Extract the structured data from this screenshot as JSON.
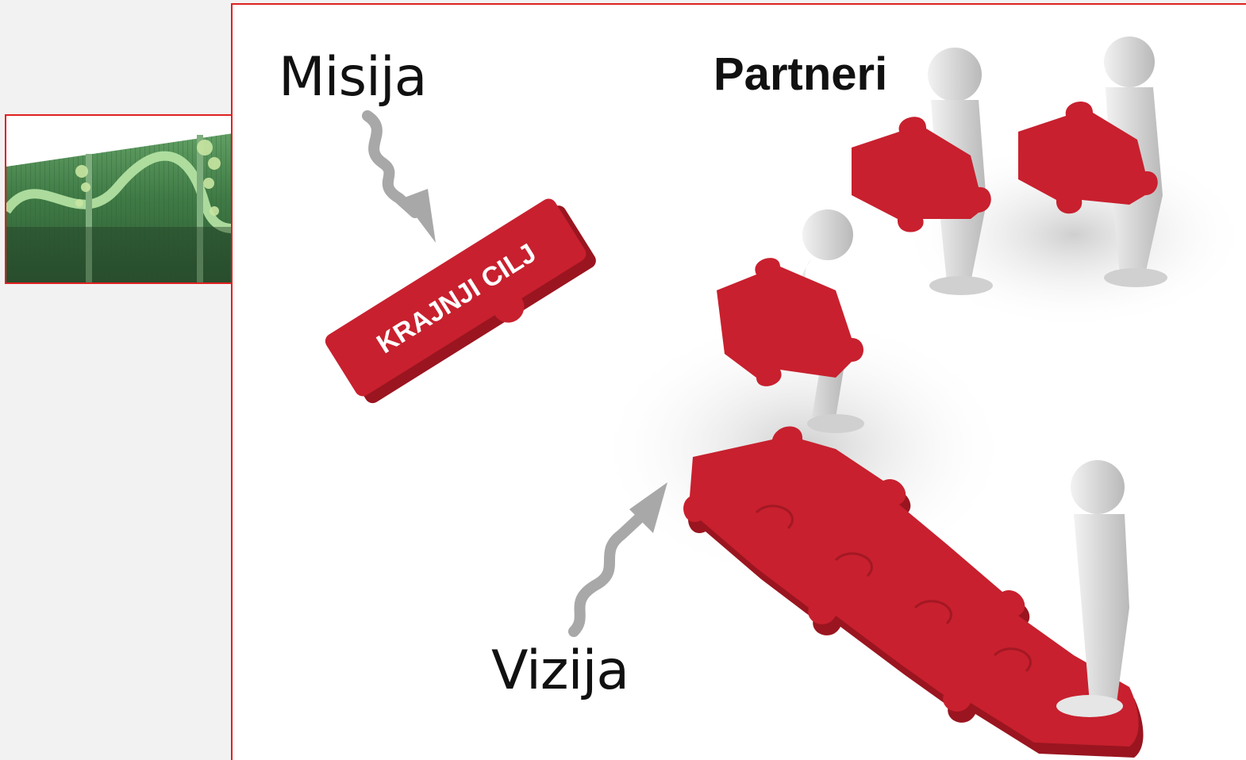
{
  "labels": {
    "mission": "Misija",
    "vision": "Vizija",
    "partners": "Partneri",
    "goal_piece": "KRAJNJI CILJ"
  },
  "colors": {
    "frame_border": "#e02020",
    "puzzle_red": "#c8202e",
    "figure_gray": "#d9d9d9",
    "arrow_gray": "#a8a8a8",
    "fence_green": "#4e8a52"
  },
  "icons": {
    "mission_arrow": "curved-arrow-down-icon",
    "vision_arrow": "curved-arrow-up-icon",
    "puzzle": "puzzle-piece-icon",
    "figure": "person-figure-icon"
  }
}
